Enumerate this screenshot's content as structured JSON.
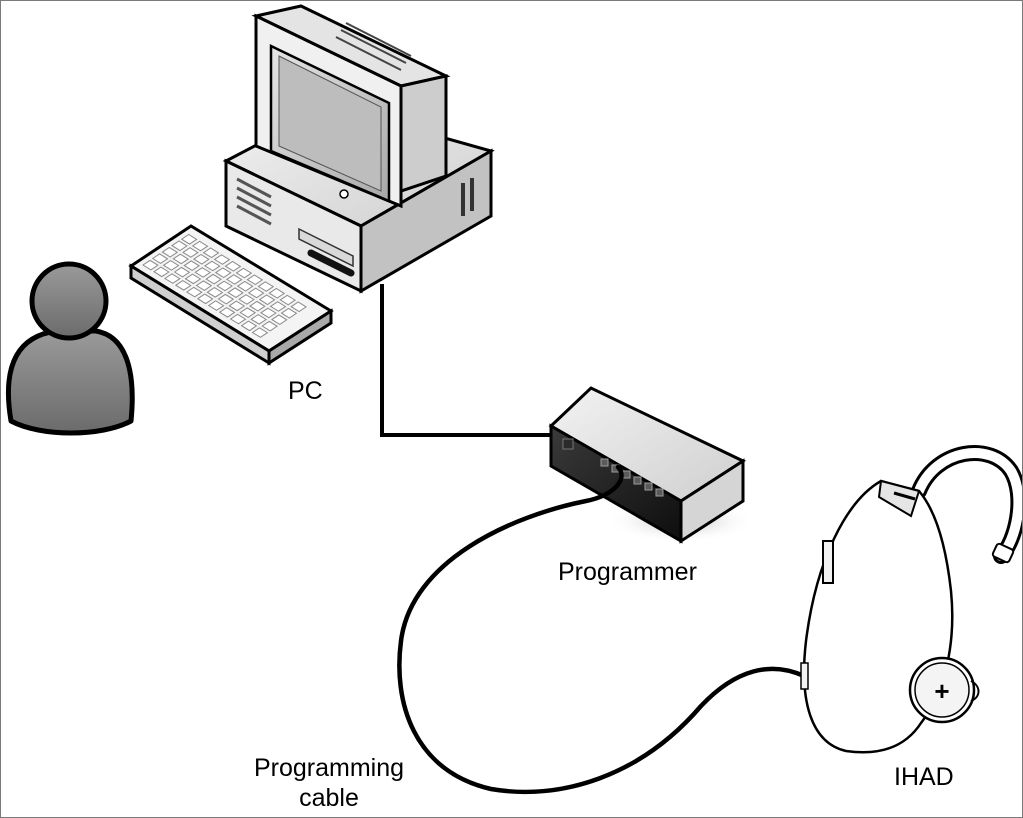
{
  "labels": {
    "pc": "PC",
    "programmer": "Programmer",
    "cable_line1": "Programming",
    "cable_line2": "cable",
    "ihad": "IHAD"
  },
  "battery_symbol": "+",
  "icons": [
    "user-icon",
    "keyboard-icon",
    "computer-icon",
    "programmer-box-icon",
    "hearing-aid-icon"
  ]
}
